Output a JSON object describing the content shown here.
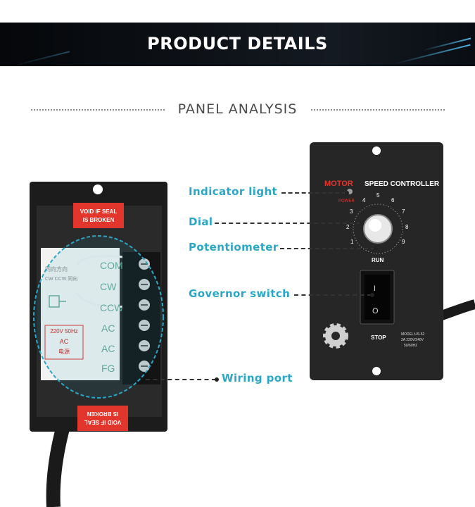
{
  "banner": {
    "title": "PRODUCT DETAILS"
  },
  "section": {
    "title": "PANEL ANALYSIS"
  },
  "callouts": {
    "indicator_light": "Indicator light",
    "dial": "Dial",
    "potentiometer": "Potentiometer",
    "governor_switch": "Governor switch",
    "wiring_port": "Wiring port"
  },
  "back_panel": {
    "seal_top": [
      "VOID IF SEAL",
      "IS BROKEN"
    ],
    "seal_bottom": [
      "VOID IF SEAL",
      "IS BROKEN"
    ],
    "terminals": [
      "COM",
      "CW",
      "CCW",
      "AC",
      "AC",
      "FG"
    ],
    "chinese_top": "同向方向",
    "cw_ccw": "CW CCW 同向",
    "voltage_box": "220V 50Hz",
    "ac_label": "AC",
    "ac_cn": "电源"
  },
  "front_panel": {
    "brand": "MOTOR",
    "title": "SPEED CONTROLLER",
    "power": "POWER",
    "run": "RUN",
    "stop": "STOP",
    "switch_on": "I",
    "switch_off": "O",
    "model_lines": [
      "MODEL:US-52",
      "2A 220V/240V",
      "50/60HZ"
    ],
    "dial_numbers": [
      "1",
      "2",
      "3",
      "4",
      "5",
      "6",
      "7",
      "8",
      "9"
    ]
  },
  "colors": {
    "accent": "#2aa7c6",
    "banner_bg": "#0d1116",
    "panel": "#262626",
    "seal": "#e2362c"
  }
}
